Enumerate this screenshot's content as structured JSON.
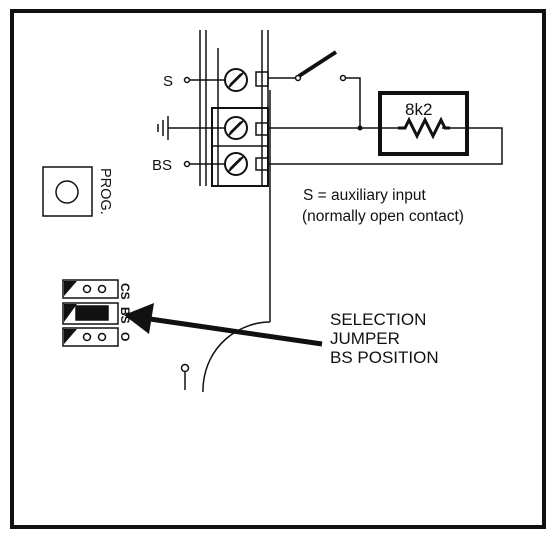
{
  "terminals": {
    "s_label": "S",
    "bs_label": "BS"
  },
  "resistor": {
    "value": "8k2"
  },
  "prog": {
    "label": "PROG."
  },
  "note": {
    "line1": "S = auxiliary input",
    "line2": "(normally open contact)"
  },
  "jumper": {
    "positions": [
      "CS",
      "BS",
      "O"
    ],
    "selected": "BS"
  },
  "callout": {
    "line1": "SELECTION",
    "line2": "JUMPER",
    "line3": "BS POSITION"
  }
}
